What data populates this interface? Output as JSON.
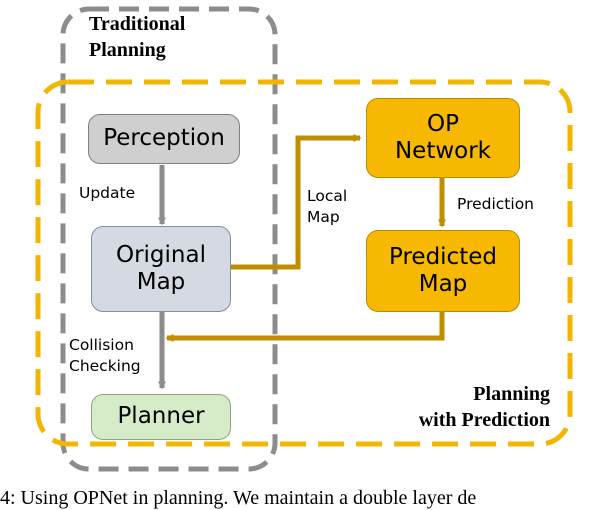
{
  "groups": {
    "traditional": {
      "label": "Traditional\nPlanning",
      "color": "#8c8c8c"
    },
    "prediction": {
      "label": "Planning\nwith Prediction",
      "color": "#f2b600"
    }
  },
  "nodes": {
    "perception": "Perception",
    "original_map": "Original\nMap",
    "planner": "Planner",
    "op_network": "OP\nNetwork",
    "predicted_map": "Predicted\nMap"
  },
  "edges": {
    "update": "Update",
    "local_map": "Local\nMap",
    "prediction": "Prediction",
    "collision_checking": "Collision\nChecking"
  },
  "caption": "4: Using OPNet in planning. We maintain a double layer de",
  "colors": {
    "gray_arrow": "#8c8c8c",
    "gold_arrow": "#c08d00"
  }
}
